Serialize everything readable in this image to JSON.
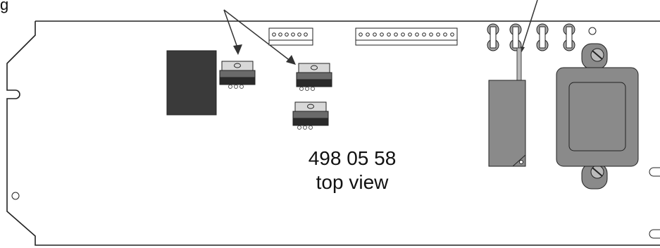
{
  "board": {
    "model_number": "498 05 58",
    "view_label": "top view"
  },
  "header": {
    "callout_left_fragment": "g"
  },
  "colors": {
    "outline": "#222222",
    "component_dark": "#3a3a3a",
    "component_gray": "#8a8a8a",
    "component_light": "#d8d8d8",
    "background": "#ffffff"
  }
}
